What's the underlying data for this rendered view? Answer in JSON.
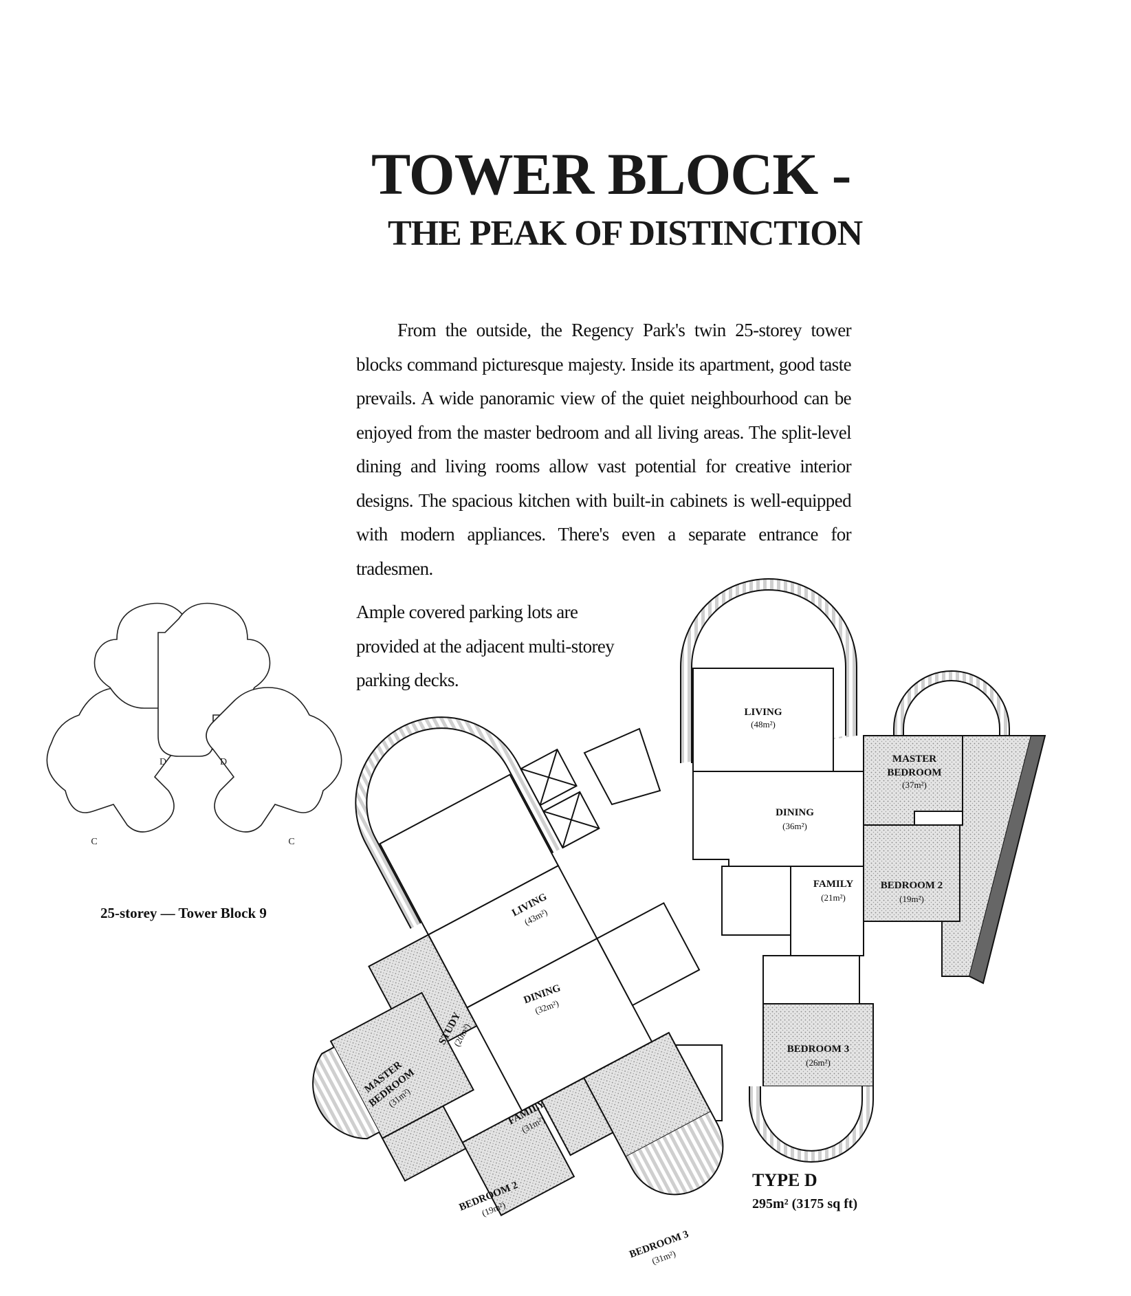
{
  "heading": {
    "line1": "Tower Block -",
    "line2": "The Peak Of Distinction"
  },
  "body": {
    "paragraph": "From the outside, the Regency Park's twin 25-storey tower blocks command picturesque majesty. Inside its apartment, good taste prevails. A wide panoramic view of the quiet neighbourhood can be enjoyed from the master bedroom and all living areas. The split-level dining and living rooms allow vast potential for creative interior designs. The spacious kitchen with built-in cabinets is well-equipped with modern appliances. There's even a separate entrance for tradesmen.",
    "tail": "Ample covered parking lots are provided at the adjacent multi-storey parking decks."
  },
  "key_plan": {
    "caption": "25-storey — Tower Block 9",
    "unit_labels": [
      "C",
      "D",
      "D",
      "C"
    ]
  },
  "unit_type": {
    "name": "TYPE D",
    "area": "295m² (3175 sq ft)"
  },
  "rooms_right": {
    "living": {
      "name": "LIVING",
      "area": "(48m²)"
    },
    "master_bedroom": {
      "name1": "MASTER",
      "name2": "BEDROOM",
      "area": "(37m²)"
    },
    "dining": {
      "name": "DINING",
      "area": "(36m²)"
    },
    "family": {
      "name": "FAMILY",
      "area": "(21m²)"
    },
    "bedroom2": {
      "name": "BEDROOM 2",
      "area": "(19m²)"
    },
    "bedroom3": {
      "name": "BEDROOM 3",
      "area": "(26m²)"
    }
  },
  "rooms_left": {
    "living": {
      "name": "LIVING",
      "area": "(43m²)"
    },
    "dining": {
      "name": "DINING",
      "area": "(32m²)"
    },
    "study": {
      "name": "STUDY",
      "area": "(20m²)"
    },
    "master_bedroom": {
      "name1": "MASTER",
      "name2": "BEDROOM",
      "area": "(31m²)"
    },
    "family": {
      "name": "FAMILY",
      "area": "(31m²)"
    },
    "bedroom2": {
      "name": "BEDROOM 2",
      "area": "(19m²)"
    },
    "bedroom3": {
      "name": "BEDROOM 3",
      "area": "(31m²)"
    }
  }
}
